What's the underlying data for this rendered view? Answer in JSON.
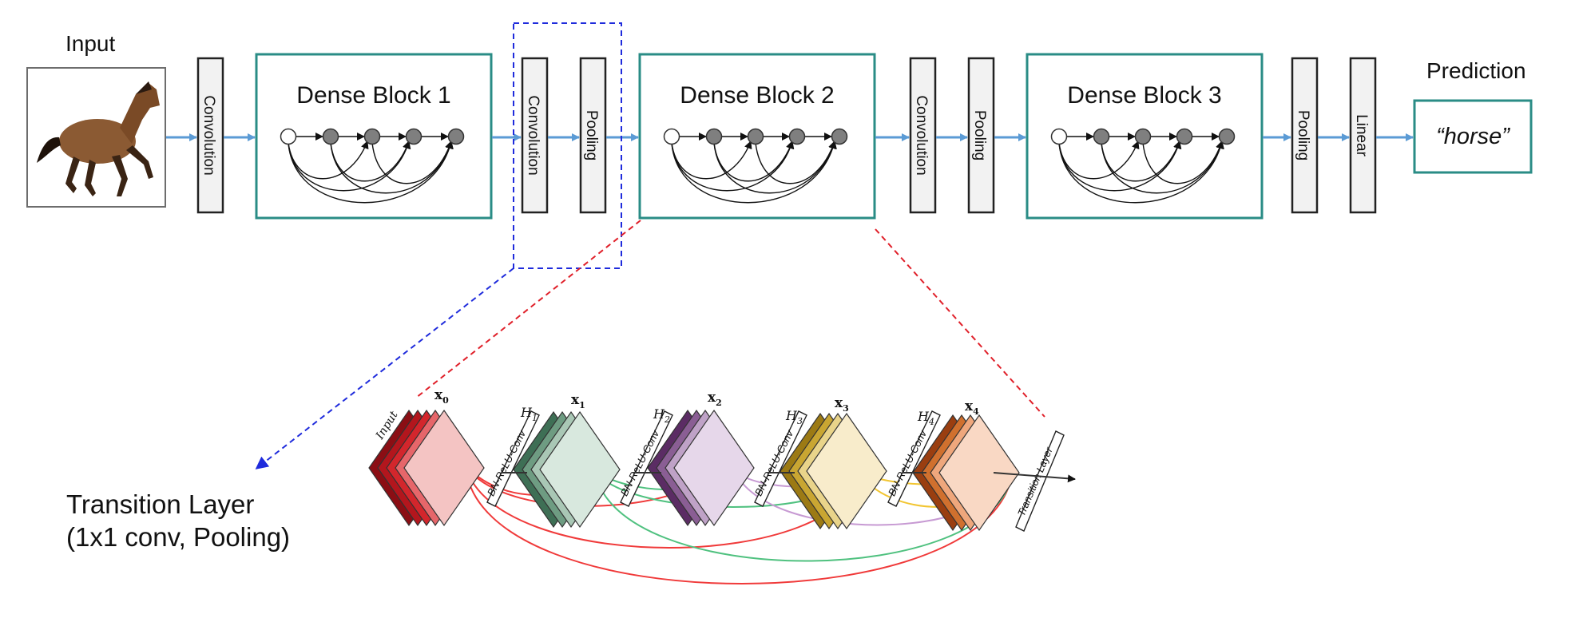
{
  "top": {
    "input_label": "Input",
    "input_image": "horse-photo",
    "stage1_conv": "Convolution",
    "block1": "Dense Block 1",
    "trans1_conv": "Convolution",
    "trans1_pool": "Pooling",
    "block2": "Dense Block 2",
    "trans2_conv": "Convolution",
    "trans2_pool": "Pooling",
    "block3": "Dense Block 3",
    "final_pool": "Pooling",
    "linear": "Linear",
    "prediction_label": "Prediction",
    "prediction_value": "“horse”"
  },
  "callout": {
    "line1": "Transition Layer",
    "line2": "(1x1 conv, Pooling)"
  },
  "detail": {
    "input_label": "Input",
    "x0": "x",
    "x0_sub": "0",
    "x1": "x",
    "x1_sub": "1",
    "x2": "x",
    "x2_sub": "2",
    "x3": "x",
    "x3_sub": "3",
    "x4": "x",
    "x4_sub": "4",
    "h1": "H",
    "h1_sub": "1",
    "h2": "H",
    "h2_sub": "2",
    "h3": "H",
    "h3_sub": "3",
    "h4": "H",
    "h4_sub": "4",
    "brc": "BN-ReLU-Conv",
    "transition": "Transition Layer"
  },
  "colors": {
    "block_border": "#2a8c86",
    "arrow": "#5b9bd5",
    "callout_blue": "#1f2bdc",
    "callout_red": "#e0202a",
    "stack_red": [
      "#8b0e14",
      "#b3161d",
      "#d3262c",
      "#e6666a",
      "#f4c4c3"
    ],
    "stack_green": [
      "#3e6f55",
      "#6e9c82",
      "#a9c7b5",
      "#d8e8de"
    ],
    "stack_purple": [
      "#5b2c64",
      "#8a5e94",
      "#bfa2c7",
      "#e6d7ea"
    ],
    "stack_yellow": [
      "#9c7a14",
      "#c9a632",
      "#e9d48a",
      "#f8eccb"
    ],
    "stack_orange": [
      "#9a3e10",
      "#d0702e",
      "#efa77c",
      "#f9d8c4"
    ],
    "curve_red": "#f03a3a",
    "curve_green": "#4fc17f",
    "curve_purple": "#c79ad3",
    "curve_yellow": "#f2c531"
  }
}
